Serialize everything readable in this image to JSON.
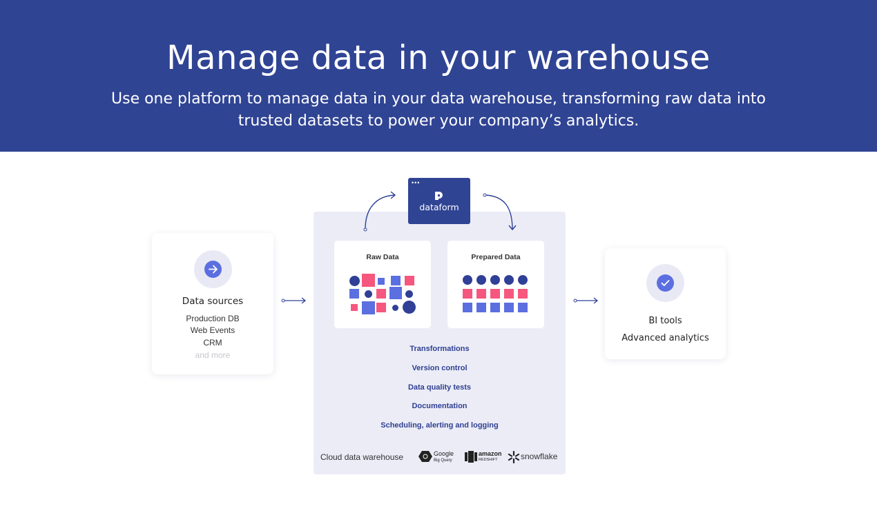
{
  "hero": {
    "title": "Manage data in your warehouse",
    "subtitle": "Use one platform to manage data in your data warehouse, transforming raw data into trusted datasets to power your company’s analytics."
  },
  "sources": {
    "icon": "arrow-right-icon",
    "title": "Data sources",
    "items": [
      "Production DB",
      "Web Events",
      "CRM"
    ],
    "more": "and more"
  },
  "dataform": {
    "name": "dataform",
    "icon": "dataform-logo-icon"
  },
  "raw": {
    "title": "Raw Data"
  },
  "prepared": {
    "title": "Prepared Data"
  },
  "features": [
    "Transformations",
    "Version control",
    "Data quality tests",
    "Documentation",
    "Scheduling, alerting and logging"
  ],
  "warehouse": {
    "label": "Cloud data warehouse",
    "logos": [
      {
        "name": "Google",
        "sub": "Big Query"
      },
      {
        "name": "amazon",
        "sub": "REDSHIFT"
      },
      {
        "name": "snowflake"
      }
    ]
  },
  "outputs": {
    "icon": "check-icon",
    "items": [
      "BI tools",
      "Advanced analytics"
    ]
  },
  "colors": {
    "hero_bg": "#304494",
    "panel_bg": "#ebecf6",
    "navy": "#2f4096",
    "pink": "#f5577e",
    "blue": "#5b6fe0"
  }
}
